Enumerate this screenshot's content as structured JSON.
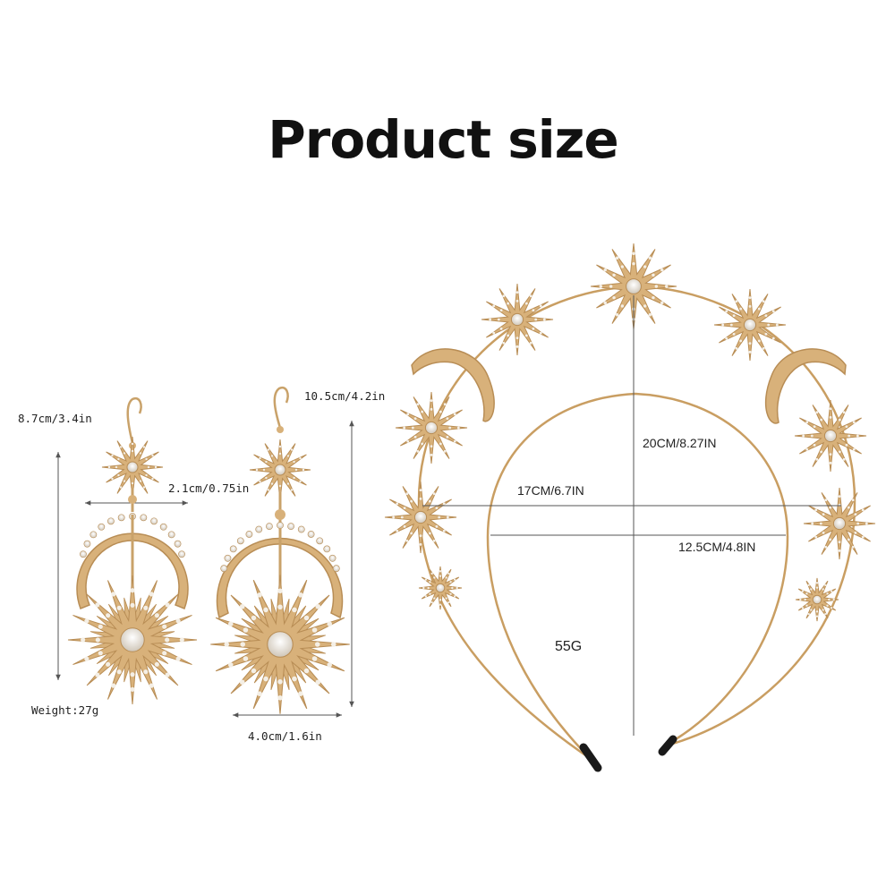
{
  "title": "Product size",
  "earrings": {
    "left_height": "8.7cm/3.4in",
    "right_height": "10.5cm/4.2in",
    "top_width": "2.1cm/0.75in",
    "bottom_width": "4.0cm/1.6in",
    "weight": "Weight:27g"
  },
  "headband": {
    "height": "20CM/8.27IN",
    "outer_width": "17CM/6.7IN",
    "inner_width": "12.5CM/4.8IN",
    "weight": "55G"
  },
  "colors": {
    "gold": "#d8b17a",
    "gold_dark": "#b88d55",
    "stone": "#f4efe6",
    "tip": "#1a1a1a",
    "measure": "#555555"
  }
}
